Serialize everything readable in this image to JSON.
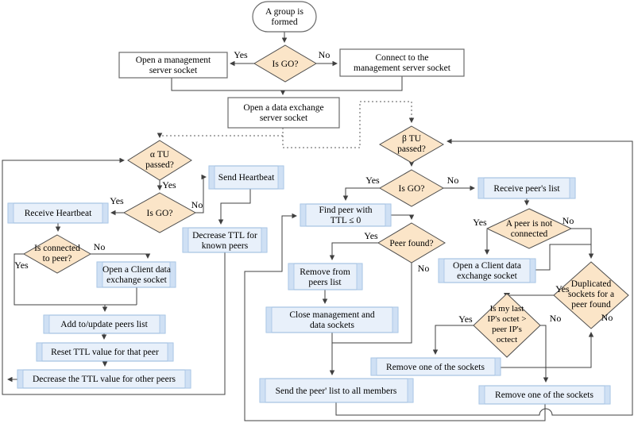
{
  "diagram_title": "P2P group formation and socket management flowchart",
  "colors": {
    "decision_fill": "#fbe5c8",
    "process_fill": "#e8f0fa",
    "process_strip": "#cfe0f4",
    "process_border": "#95b7dc",
    "terminator_fill": "#ffffff",
    "line": "#404040"
  },
  "labels": {
    "yes": "Yes",
    "no": "No"
  },
  "nodes": {
    "start": {
      "lines": [
        "A group is",
        "formed"
      ]
    },
    "is_go_top": {
      "lines": [
        "Is GO?"
      ]
    },
    "open_mgmt": {
      "lines": [
        "Open a management",
        "server socket"
      ]
    },
    "connect_mgmt": {
      "lines": [
        "Connect to the",
        "management server socket"
      ]
    },
    "open_data_exchange": {
      "lines": [
        "Open a data exchange",
        "server socket"
      ]
    },
    "alpha_tu": {
      "lines": [
        "α TU",
        "passed?"
      ]
    },
    "beta_tu": {
      "lines": [
        "β TU",
        "passed?"
      ]
    },
    "is_go_left": {
      "lines": [
        "Is GO?"
      ]
    },
    "is_go_mid": {
      "lines": [
        "Is GO?"
      ]
    },
    "send_heartbeat": {
      "lines": [
        "Send Heartbeat"
      ]
    },
    "receive_heartbeat": {
      "lines": [
        "Receive Heartbeat"
      ]
    },
    "decrease_ttl_known": {
      "lines": [
        "Decrease TTL for",
        "known peers"
      ]
    },
    "is_connected": {
      "lines": [
        "Is connected",
        "to peer?"
      ]
    },
    "open_client_left": {
      "lines": [
        "Open a Client data",
        "exchange socket"
      ]
    },
    "add_update_peers": {
      "lines": [
        "Add to/update peers list"
      ]
    },
    "reset_ttl": {
      "lines": [
        "Reset TTL value for that peer"
      ]
    },
    "decrease_ttl_other": {
      "lines": [
        "Decrease the TTL value for other peers"
      ]
    },
    "find_peer": {
      "lines": [
        "Find peer with",
        "TTL ≤ 0"
      ]
    },
    "peer_found": {
      "lines": [
        "Peer found?"
      ]
    },
    "remove_from_peers": {
      "lines": [
        "Remove from",
        "peers list"
      ]
    },
    "close_sockets": {
      "lines": [
        "Close management and",
        "data sockets"
      ]
    },
    "send_peer_list": {
      "lines": [
        "Send the peer' list to all members"
      ]
    },
    "receive_peers_list": {
      "lines": [
        "Receive peer's list"
      ]
    },
    "peer_not_connected": {
      "lines": [
        "A peer is not",
        "connected"
      ]
    },
    "open_client_right": {
      "lines": [
        "Open a Client data",
        "exchange socket"
      ]
    },
    "duplicated": {
      "lines": [
        "Duplicated",
        "sockets for a",
        "peer found"
      ]
    },
    "ip_octet": {
      "lines": [
        "Is my last",
        "IP's octet >",
        "peer IP's",
        "octect"
      ]
    },
    "remove_socket_1": {
      "lines": [
        "Remove one of the sockets"
      ]
    },
    "remove_socket_2": {
      "lines": [
        "Remove one of the sockets"
      ]
    }
  }
}
